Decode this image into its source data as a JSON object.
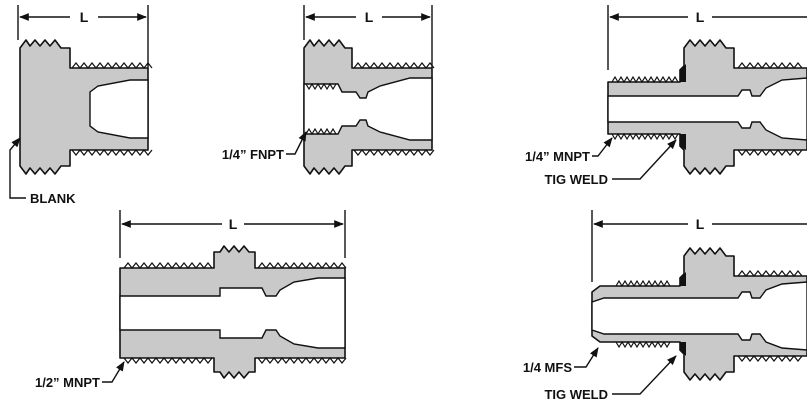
{
  "dimension_symbol": "L",
  "labels": {
    "blank": "BLANK",
    "fnpt": "1/4” FNPT",
    "mnpt_half": "1/2” MNPT",
    "mnpt_quarter": "1/4” MNPT",
    "mfs": "1/4 MFS",
    "tig_weld": "TIG WELD"
  }
}
